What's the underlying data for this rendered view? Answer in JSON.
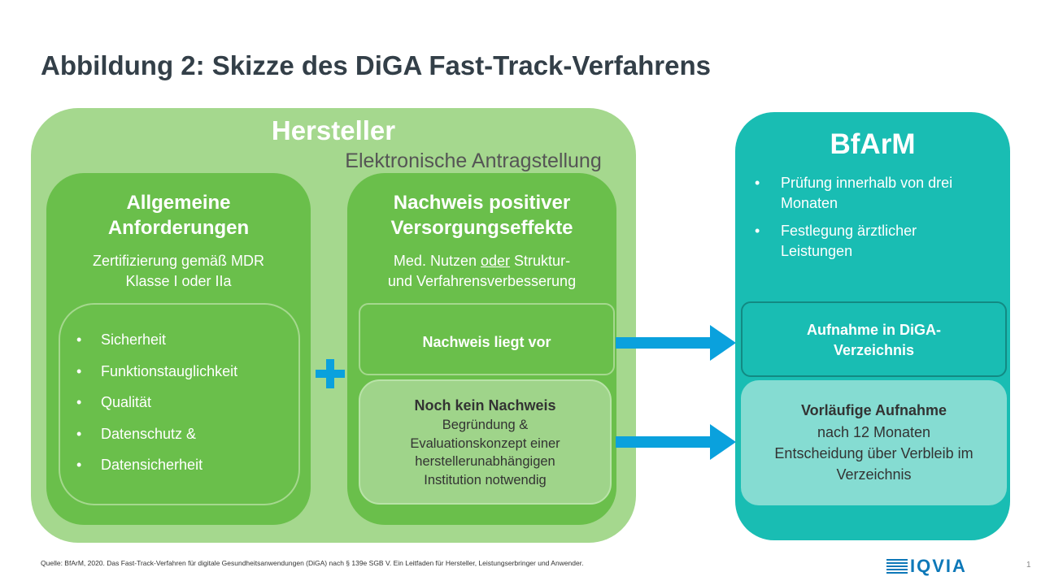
{
  "title": "Abbildung 2: Skizze des DiGA Fast-Track-Verfahrens",
  "hersteller": {
    "title": "Hersteller",
    "subtitle": "Elektronische Antragstellung",
    "left": {
      "heading_line1": "Allgemeine",
      "heading_line2": "Anforderungen",
      "sub_line1": "Zertifizierung gemäß MDR",
      "sub_line2": "Klasse I oder IIa",
      "items": [
        "Sicherheit",
        "Funktionstauglichkeit",
        "Qualität",
        "Datenschutz &",
        "Datensicherheit"
      ]
    },
    "right": {
      "heading_line1": "Nachweis positiver",
      "heading_line2": "Versorgungseffekte",
      "sub_part1": "Med. Nutzen",
      "sub_underline": "oder",
      "sub_part2": "Struktur-",
      "sub_line2": "und Verfahrensverbesserung",
      "proof_label": "Nachweis liegt vor",
      "noproof_title": "Noch kein Nachweis",
      "noproof_lines": [
        "Begründung &",
        "Evaluationskonzept einer",
        "herstellerunabhängigen",
        "Institution notwendig"
      ]
    }
  },
  "bullet": "•",
  "bfarm": {
    "title": "BfArM",
    "items": [
      [
        "Prüfung innerhalb von drei",
        "Monaten"
      ],
      [
        "Festlegung ärztlicher",
        "Leistungen"
      ]
    ],
    "listed_line1": "Aufnahme in DiGA-",
    "listed_line2": "Verzeichnis",
    "prelim_title": "Vorläufige Aufnahme",
    "prelim_lines": [
      "nach 12 Monaten",
      "Entscheidung über Verbleib im",
      "Verzeichnis"
    ]
  },
  "colors": {
    "hersteller_bg": "#a5d88e",
    "column_bg": "#6abf4b",
    "arrow": "#0aa1dd",
    "bfarm_bg": "#19bdb3",
    "prelim_bg": "#85dcd2",
    "logo": "#0d78b8"
  },
  "source": "Quelle: BfArM, 2020. Das Fast-Track-Verfahren für digitale Gesundheitsanwendungen (DiGA) nach § 139e SGB V. Ein Leitfaden für Hersteller, Leistungserbringer und Anwender.",
  "logo_text": "IQVIA",
  "page_number": "1"
}
